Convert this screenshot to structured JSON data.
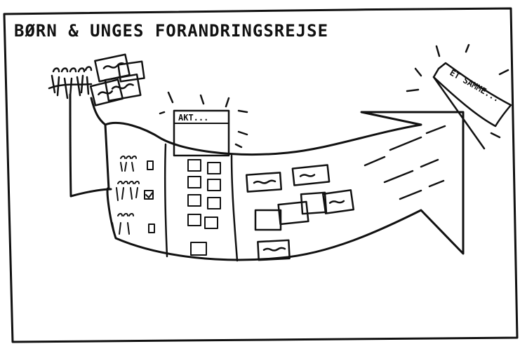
{
  "title": "BØRN & UNGES FORANDRINGSREJSE",
  "akt_label": "AKT...",
  "flag_label": "ET SAMME...",
  "colors": {
    "ink": "#111111",
    "paper": "#ffffff"
  }
}
